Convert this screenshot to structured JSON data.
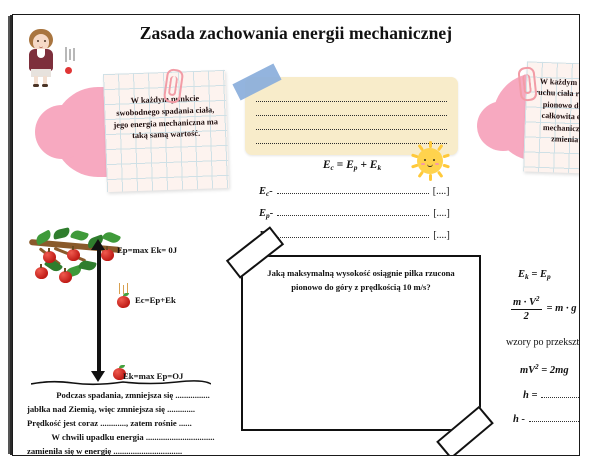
{
  "document": {
    "title": "Zasada zachowania energii mechanicznej",
    "language": "pl"
  },
  "notes": {
    "left": "W każdym punkcie swobodnego spadania ciała, jego energia mechaniczna ma taką samą wartość.",
    "right": "W każdym punkcie ruchu ciała rzuconego pionowo do góry, całkowita energia mechaniczna nie zmienia się."
  },
  "center_note": {
    "blank_lines": 4
  },
  "equations": {
    "main": {
      "lhs": "E",
      "lhs_sub": "c",
      "op": "=",
      "rhs1": "E",
      "rhs1_sub": "p",
      "plus": "+",
      "rhs2": "E",
      "rhs2_sub": "k",
      "full": "Ec = Ep + Ek"
    },
    "rows": [
      {
        "symbol": "E",
        "sub": "c",
        "dash": "-",
        "unit": "[....]"
      },
      {
        "symbol": "E",
        "sub": "p",
        "dash": "-",
        "unit": "[....]"
      },
      {
        "symbol": "E",
        "sub": "k",
        "dash": "-",
        "unit": "[....]"
      }
    ]
  },
  "diagram": {
    "label_top": "Ep=max  Ek= 0J",
    "label_middle": "Ec=Ep+Ek",
    "label_bottom": "Ek=max    Ep=OJ"
  },
  "fill_in_sentences": [
    "Podczas spadania, zmniejsza się ................",
    "jabłka nad Ziemią, więc zmniejsza się .............",
    "Prędkość jest coraz ............, zatem rośnie ......",
    "W chwili upadku energia ................................",
    "zamieniła się w energię ................................"
  ],
  "question_box": {
    "text": "Jaką maksymalną wysokość  osiągnie piłka rzucona pionowo do góry z prędkością 10 m/s?",
    "answer": ""
  },
  "right_column": {
    "line1": "E",
    "line1_sub": "k",
    "line1_op": "=",
    "line1_rhs": "E",
    "line1_rhs_sub": "p",
    "fraction_numerator": "m · V",
    "fraction_numerator_sup": "2",
    "fraction_denominator": "2",
    "fraction_equals": "= m · g",
    "note": "wzory po przekszta",
    "derived": "mV",
    "derived_sup": "2",
    "derived_rest": "= 2mg",
    "h_solve": "h =",
    "h_answer": "h -",
    "dots": "........................"
  },
  "colors": {
    "paper": "#ffffff",
    "note_cream": "#f8ecca",
    "grid_note": "#fdf3ef",
    "grid_line": "#cfe0e6",
    "cloud_pink": "#f7a9c0",
    "tape_blue": "#8aaedb",
    "clip_pink": "#f29ca6",
    "sun_yellow": "#ffd34d",
    "ink": "#111111",
    "apple_red": "#c01c17",
    "leaf_green": "#3f9a3a",
    "branch_brown": "#8a5a2b"
  }
}
